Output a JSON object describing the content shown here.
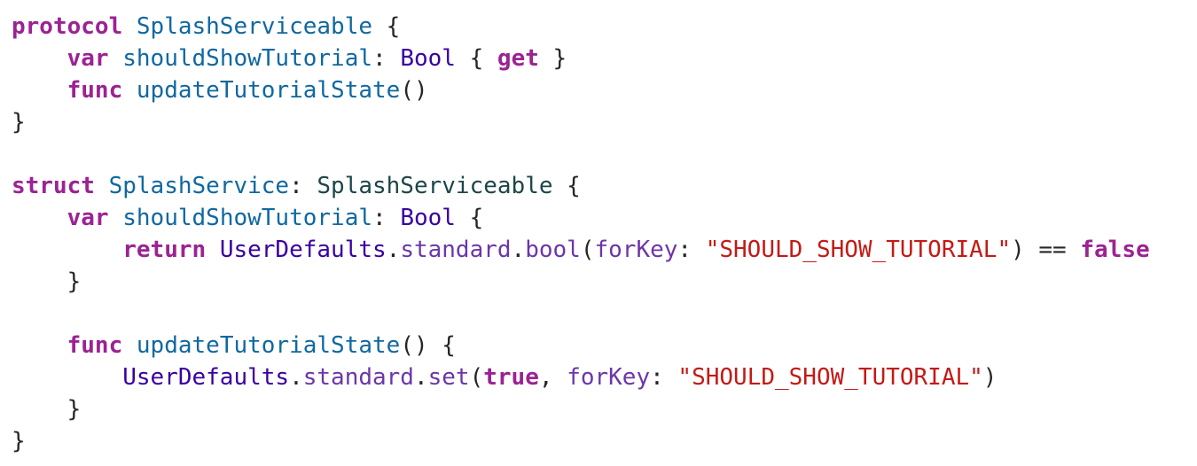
{
  "editor": {
    "lines": [
      [
        {
          "t": "protocol",
          "c": "kw"
        },
        {
          "t": " ",
          "c": "plain"
        },
        {
          "t": "SplashServiceable",
          "c": "decl-user"
        },
        {
          "t": " {",
          "c": "plain"
        }
      ],
      [
        {
          "t": "    ",
          "c": "plain"
        },
        {
          "t": "var",
          "c": "kw"
        },
        {
          "t": " ",
          "c": "plain"
        },
        {
          "t": "shouldShowTutorial",
          "c": "decl-user"
        },
        {
          "t": ": ",
          "c": "plain"
        },
        {
          "t": "Bool",
          "c": "type"
        },
        {
          "t": " { ",
          "c": "plain"
        },
        {
          "t": "get",
          "c": "kw"
        },
        {
          "t": " }",
          "c": "plain"
        }
      ],
      [
        {
          "t": "    ",
          "c": "plain"
        },
        {
          "t": "func",
          "c": "kw"
        },
        {
          "t": " ",
          "c": "plain"
        },
        {
          "t": "updateTutorialState",
          "c": "decl-user"
        },
        {
          "t": "()",
          "c": "plain"
        }
      ],
      [
        {
          "t": "}",
          "c": "plain"
        }
      ],
      [
        {
          "t": "",
          "c": "plain"
        }
      ],
      [
        {
          "t": "struct",
          "c": "kw"
        },
        {
          "t": " ",
          "c": "plain"
        },
        {
          "t": "SplashService",
          "c": "decl-user"
        },
        {
          "t": ": ",
          "c": "plain"
        },
        {
          "t": "SplashServiceable",
          "c": "typeuser"
        },
        {
          "t": " {",
          "c": "plain"
        }
      ],
      [
        {
          "t": "    ",
          "c": "plain"
        },
        {
          "t": "var",
          "c": "kw"
        },
        {
          "t": " ",
          "c": "plain"
        },
        {
          "t": "shouldShowTutorial",
          "c": "decl-user"
        },
        {
          "t": ": ",
          "c": "plain"
        },
        {
          "t": "Bool",
          "c": "type"
        },
        {
          "t": " {",
          "c": "plain"
        }
      ],
      [
        {
          "t": "        ",
          "c": "plain"
        },
        {
          "t": "return",
          "c": "kw"
        },
        {
          "t": " ",
          "c": "plain"
        },
        {
          "t": "UserDefaults",
          "c": "type"
        },
        {
          "t": ".",
          "c": "plain"
        },
        {
          "t": "standard",
          "c": "method"
        },
        {
          "t": ".",
          "c": "plain"
        },
        {
          "t": "bool",
          "c": "method"
        },
        {
          "t": "(",
          "c": "plain"
        },
        {
          "t": "forKey",
          "c": "param"
        },
        {
          "t": ": ",
          "c": "plain"
        },
        {
          "t": "\"SHOULD_SHOW_TUTORIAL\"",
          "c": "string"
        },
        {
          "t": ") == ",
          "c": "plain"
        },
        {
          "t": "false",
          "c": "kw"
        }
      ],
      [
        {
          "t": "    }",
          "c": "plain"
        }
      ],
      [
        {
          "t": "",
          "c": "plain"
        }
      ],
      [
        {
          "t": "    ",
          "c": "plain"
        },
        {
          "t": "func",
          "c": "kw"
        },
        {
          "t": " ",
          "c": "plain"
        },
        {
          "t": "updateTutorialState",
          "c": "decl-user"
        },
        {
          "t": "() {",
          "c": "plain"
        }
      ],
      [
        {
          "t": "        ",
          "c": "plain"
        },
        {
          "t": "UserDefaults",
          "c": "type"
        },
        {
          "t": ".",
          "c": "plain"
        },
        {
          "t": "standard",
          "c": "method"
        },
        {
          "t": ".",
          "c": "plain"
        },
        {
          "t": "set",
          "c": "method"
        },
        {
          "t": "(",
          "c": "plain"
        },
        {
          "t": "true",
          "c": "kw"
        },
        {
          "t": ", ",
          "c": "plain"
        },
        {
          "t": "forKey",
          "c": "param"
        },
        {
          "t": ": ",
          "c": "plain"
        },
        {
          "t": "\"SHOULD_SHOW_TUTORIAL\"",
          "c": "string"
        },
        {
          "t": ")",
          "c": "plain"
        }
      ],
      [
        {
          "t": "    }",
          "c": "plain"
        }
      ],
      [
        {
          "t": "}",
          "c": "plain"
        }
      ]
    ]
  },
  "colors": {
    "keyword": "#9b2393",
    "declaration": "#0f68a0",
    "system_type": "#3900a0",
    "user_type": "#1c464a",
    "method": "#6c36a9",
    "string": "#c41a16",
    "plain": "#262626",
    "background": "#ffffff"
  }
}
